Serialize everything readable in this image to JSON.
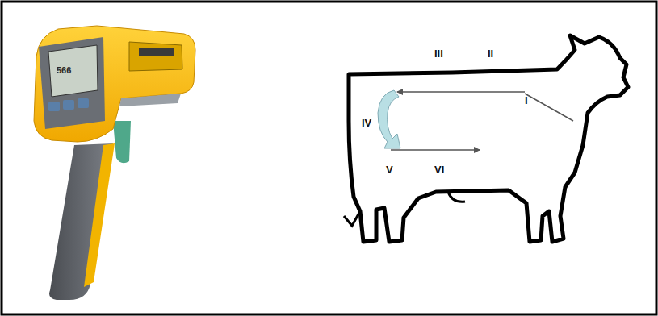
{
  "diagram": {
    "labels": [
      "566",
      "III",
      "II",
      "I",
      "IV",
      "V",
      "VI"
    ]
  }
}
